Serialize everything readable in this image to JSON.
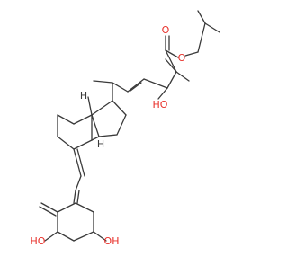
{
  "structure": {
    "atom_labels": {
      "ester_oxygen_carbonyl": "O",
      "ester_oxygen_link": "O",
      "side_chain_hydroxyl": "HO",
      "ring_hydroxyl_left": "HO",
      "ring_hydroxyl_right": "OH"
    },
    "stereo_h_labels": {
      "h_upper": "H",
      "h_lower": "H"
    },
    "colors": {
      "bond": "#3a3a3a",
      "heteroatom": "#e8302a",
      "label": "#3a3a3a"
    }
  }
}
